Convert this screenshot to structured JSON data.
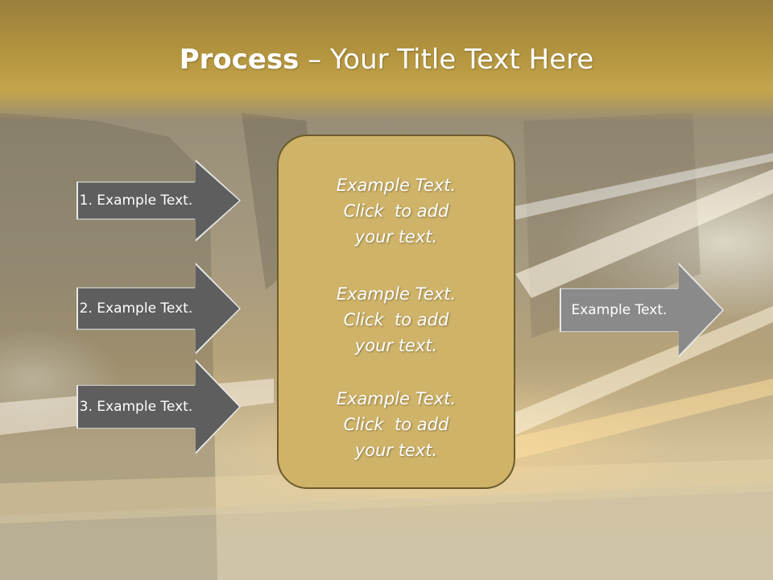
{
  "title": {
    "bold": "Process",
    "rest": " – Your Title Text Here"
  },
  "input_arrows": [
    {
      "label": "1. Example Text."
    },
    {
      "label": "2. Example Text."
    },
    {
      "label": "3. Example Text."
    }
  ],
  "center_box": {
    "paragraphs": [
      {
        "line1": "Example Text.",
        "line2": "Click  to add",
        "line3": "your text."
      },
      {
        "line1": "Example Text.",
        "line2": "Click  to add",
        "line3": "your text."
      },
      {
        "line1": "Example Text.",
        "line2": "Click  to add",
        "line3": "your text."
      }
    ]
  },
  "output_arrow": {
    "label": "Example Text."
  },
  "colors": {
    "title_band": "#b4953f",
    "center_box": "#cfb368",
    "input_arrow": "#5e5e5e",
    "output_arrow": "#8a8a8a"
  }
}
